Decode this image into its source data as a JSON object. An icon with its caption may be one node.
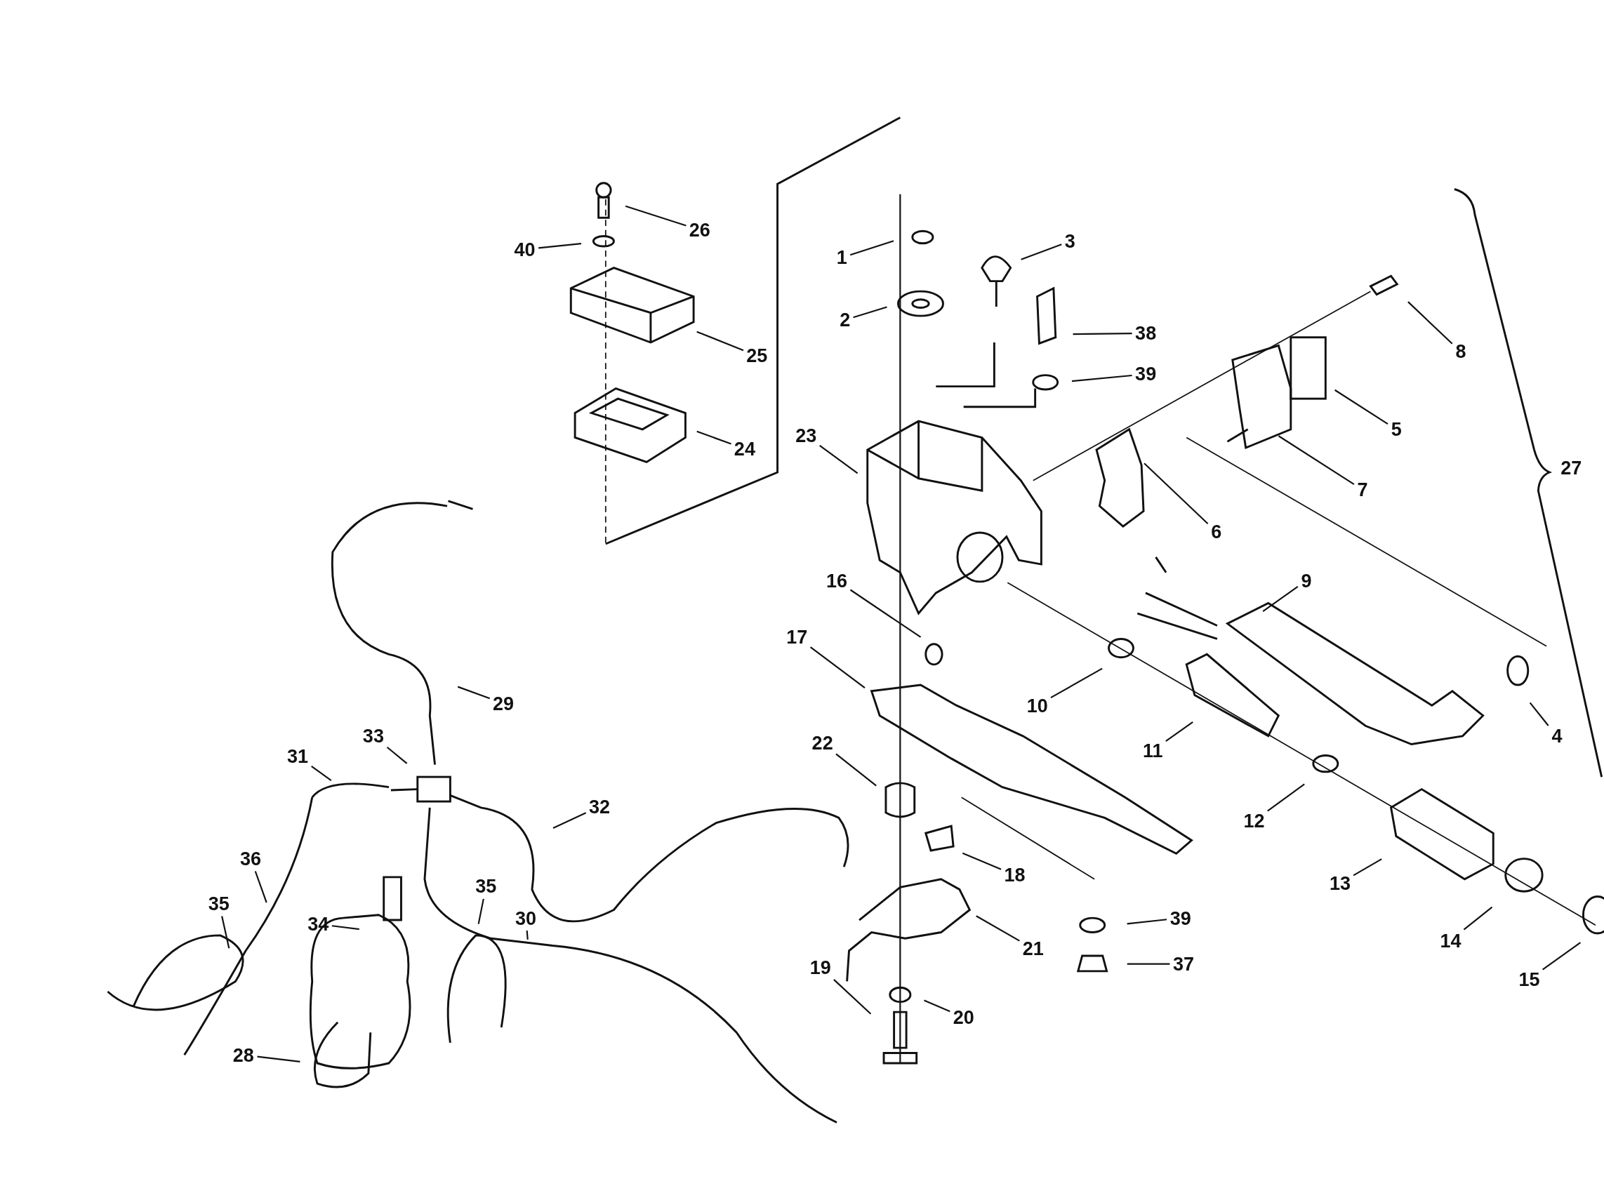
{
  "diagram": {
    "nodes": [
      {
        "text": [
          "1"
        ]
      },
      {
        "text": [
          "2"
        ]
      },
      {
        "text": [
          "3"
        ]
      },
      {
        "text": [
          "38"
        ]
      },
      {
        "text": [
          "39"
        ]
      },
      {
        "text": [
          "26"
        ]
      },
      {
        "text": [
          "40"
        ]
      },
      {
        "text": [
          "25"
        ]
      },
      {
        "text": [
          "24"
        ]
      },
      {
        "text": [
          "23"
        ]
      },
      {
        "text": [
          "8"
        ]
      },
      {
        "text": [
          "5"
        ]
      },
      {
        "text": [
          "7"
        ]
      },
      {
        "text": [
          "6"
        ]
      },
      {
        "text": [
          "16"
        ]
      },
      {
        "text": [
          "17"
        ]
      },
      {
        "text": [
          "9"
        ]
      },
      {
        "text": [
          "10"
        ]
      },
      {
        "text": [
          "11"
        ]
      },
      {
        "text": [
          "4"
        ]
      },
      {
        "text": [
          "22"
        ]
      },
      {
        "text": [
          "18"
        ]
      },
      {
        "text": [
          "12"
        ]
      },
      {
        "text": [
          "13"
        ]
      },
      {
        "text": [
          "39"
        ]
      },
      {
        "text": [
          "37"
        ]
      },
      {
        "text": [
          "21"
        ]
      },
      {
        "text": [
          "19"
        ]
      },
      {
        "text": [
          "20"
        ]
      },
      {
        "text": [
          "14"
        ]
      },
      {
        "text": [
          "15"
        ]
      },
      {
        "text": [
          "29"
        ]
      },
      {
        "text": [
          "33"
        ]
      },
      {
        "text": [
          "31"
        ]
      },
      {
        "text": [
          "32"
        ]
      },
      {
        "text": [
          "36"
        ]
      },
      {
        "text": [
          "35"
        ]
      },
      {
        "text": [
          "34"
        ]
      },
      {
        "text": [
          "35"
        ]
      },
      {
        "text": [
          "30"
        ]
      },
      {
        "text": [
          "28"
        ]
      }
    ],
    "edges": [
      {
        "from": 0,
        "to": null,
        "arrow": "none"
      },
      {
        "from": 1,
        "to": null,
        "arrow": "none"
      },
      {
        "from": 2,
        "to": null,
        "arrow": "none"
      },
      {
        "from": 3,
        "to": null,
        "arrow": "none"
      },
      {
        "from": 4,
        "to": null,
        "arrow": "none"
      },
      {
        "from": 5,
        "to": null,
        "arrow": "none"
      },
      {
        "from": 6,
        "to": null,
        "arrow": "none"
      },
      {
        "from": 7,
        "to": null,
        "arrow": "none"
      },
      {
        "from": 8,
        "to": null,
        "arrow": "none"
      },
      {
        "from": 9,
        "to": null,
        "arrow": "none"
      },
      {
        "from": 10,
        "to": null,
        "arrow": "none"
      },
      {
        "from": 11,
        "to": null,
        "arrow": "none"
      },
      {
        "from": 12,
        "to": null,
        "arrow": "none"
      },
      {
        "from": 13,
        "to": null,
        "arrow": "none"
      },
      {
        "from": 14,
        "to": null,
        "arrow": "none"
      },
      {
        "from": 15,
        "to": null,
        "arrow": "none"
      },
      {
        "from": 16,
        "to": null,
        "arrow": "none"
      },
      {
        "from": 17,
        "to": null,
        "arrow": "none"
      },
      {
        "from": 18,
        "to": null,
        "arrow": "none"
      },
      {
        "from": 19,
        "to": null,
        "arrow": "none"
      },
      {
        "from": 20,
        "to": null,
        "arrow": "none"
      },
      {
        "from": 21,
        "to": null,
        "arrow": "none"
      },
      {
        "from": 22,
        "to": null,
        "arrow": "none"
      },
      {
        "from": 23,
        "to": null,
        "arrow": "none"
      },
      {
        "from": 24,
        "to": null,
        "arrow": "none"
      },
      {
        "from": 25,
        "to": null,
        "arrow": "none"
      },
      {
        "from": 26,
        "to": null,
        "arrow": "none"
      },
      {
        "from": 27,
        "to": null,
        "arrow": "none"
      },
      {
        "from": 28,
        "to": null,
        "arrow": "none"
      },
      {
        "from": 29,
        "to": null,
        "arrow": "none"
      },
      {
        "from": 30,
        "to": null,
        "arrow": "none"
      },
      {
        "from": 31,
        "to": null,
        "arrow": "none"
      },
      {
        "from": 32,
        "to": null,
        "arrow": "none"
      },
      {
        "from": 33,
        "to": null,
        "arrow": "none"
      },
      {
        "from": 34,
        "to": null,
        "arrow": "none"
      },
      {
        "from": 35,
        "to": null,
        "arrow": "none"
      },
      {
        "from": 36,
        "to": null,
        "arrow": "none"
      },
      {
        "from": 37,
        "to": null,
        "arrow": "none"
      },
      {
        "from": 38,
        "to": null,
        "arrow": "none"
      },
      {
        "from": 39,
        "to": null,
        "arrow": "none"
      },
      {
        "from": 40,
        "to": null,
        "arrow": "none"
      }
    ],
    "labels": [
      "27"
    ]
  }
}
